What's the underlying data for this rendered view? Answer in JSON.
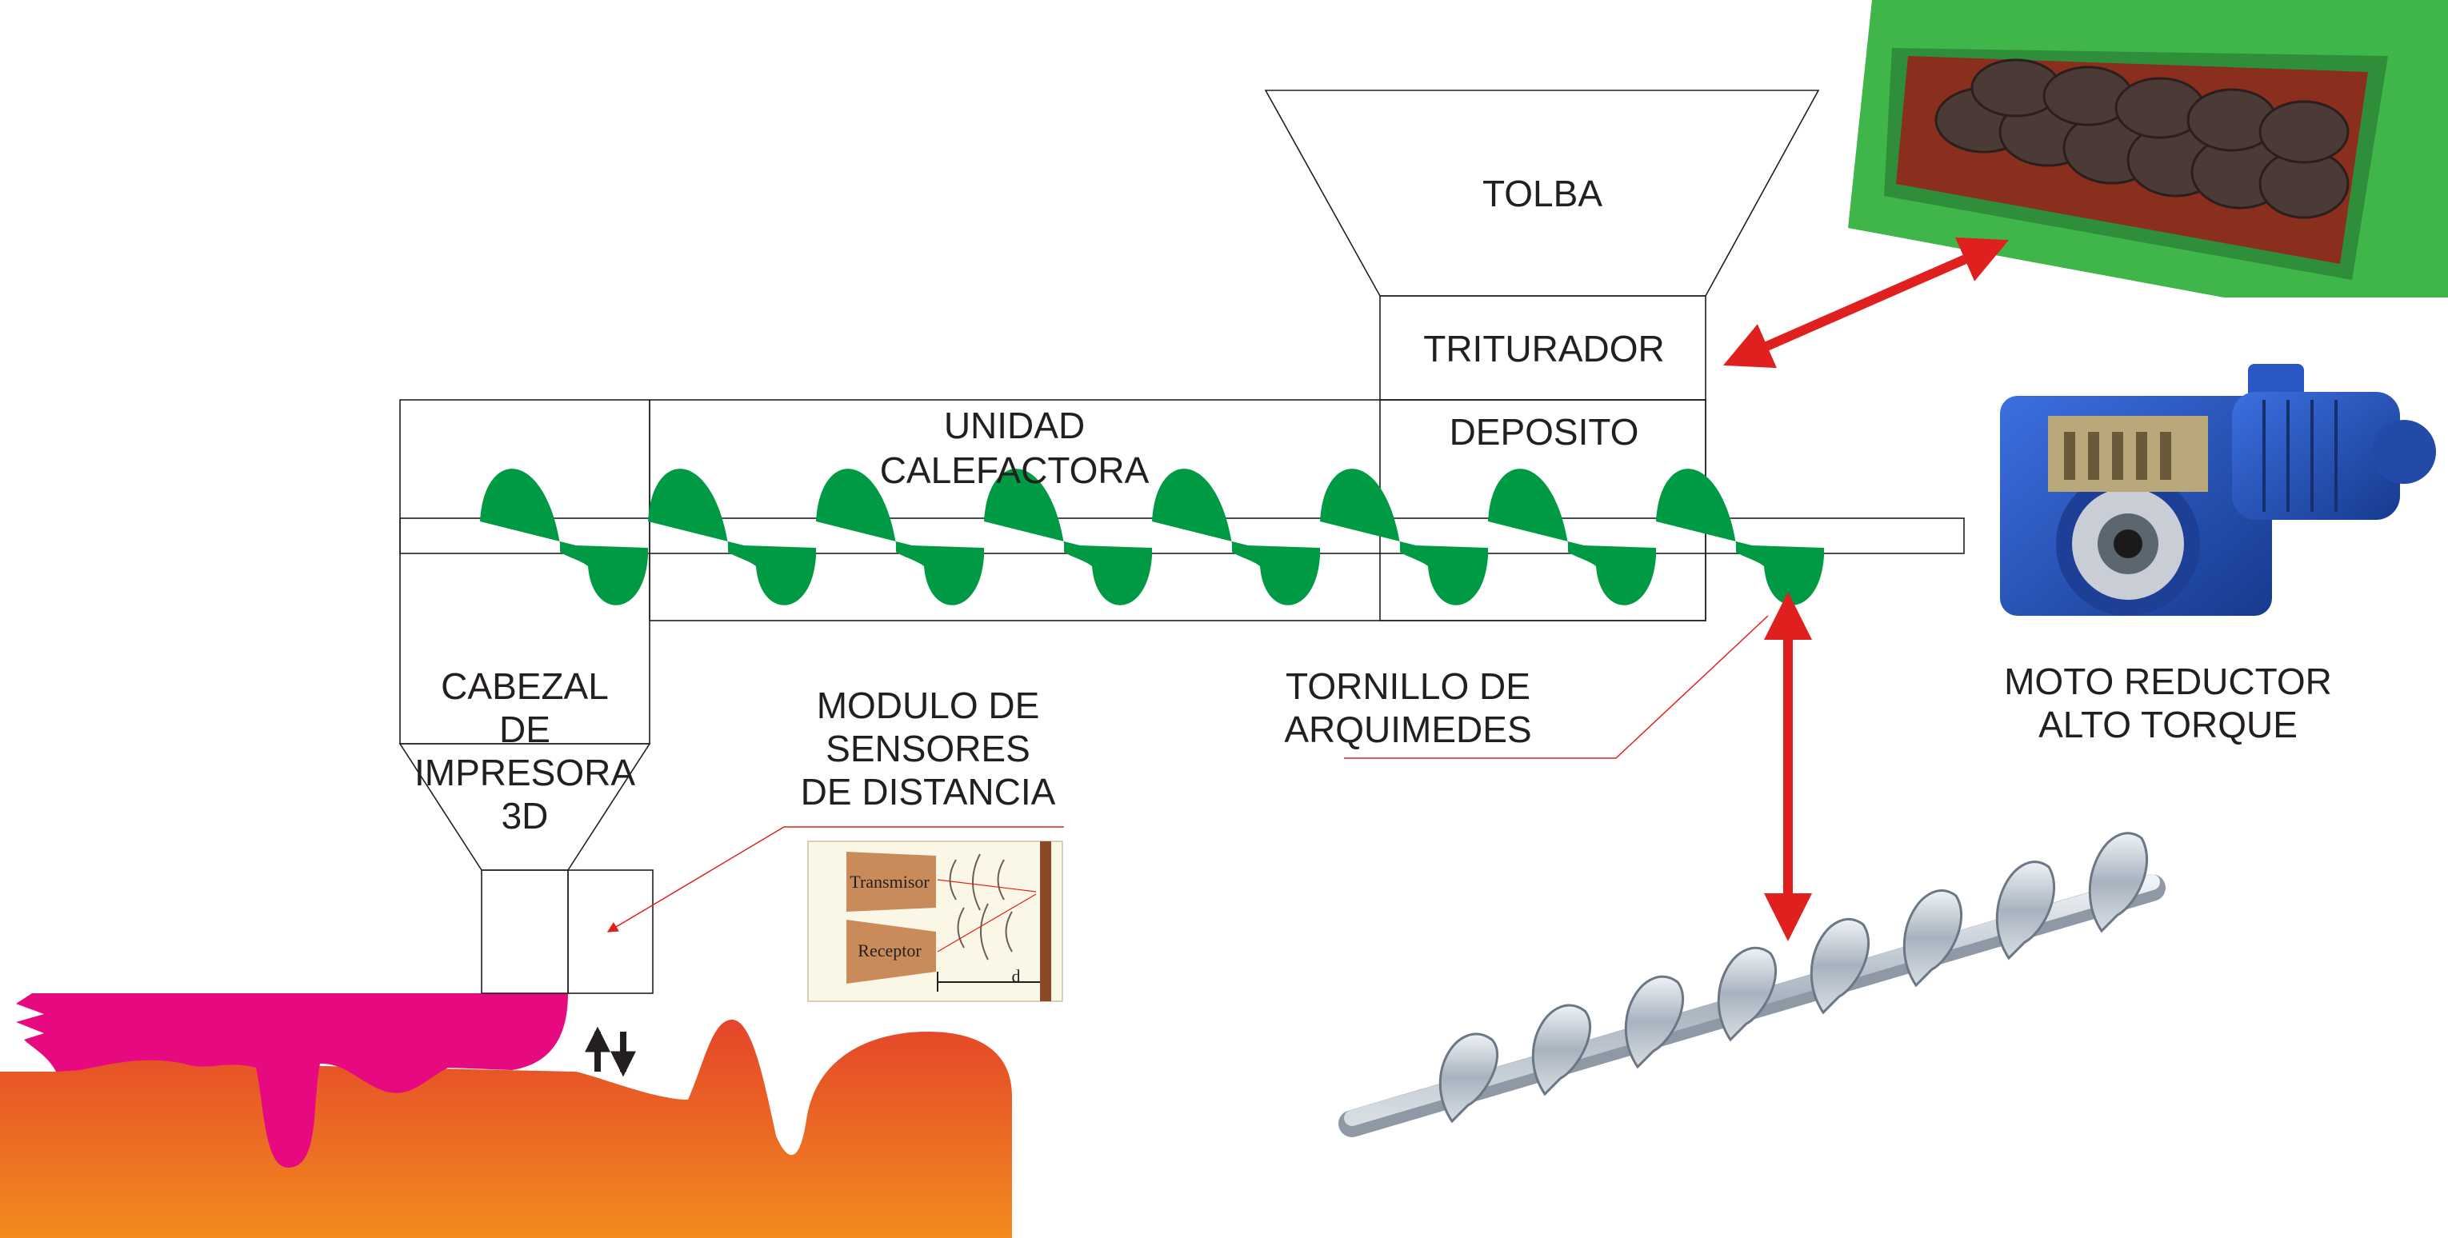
{
  "labels": {
    "tolba": "TOLBA",
    "triturador": "TRITURADOR",
    "deposito": "DEPOSITO",
    "unidad_l1": "UNIDAD",
    "unidad_l2": "CALEFACTORA",
    "cabezal_l1": "CABEZAL",
    "cabezal_l2": "DE",
    "cabezal_l3": "IMPRESORA",
    "cabezal_l4": "3D",
    "modulo_l1": "MODULO DE",
    "modulo_l2": "SENSORES",
    "modulo_l3": "DE DISTANCIA",
    "tornillo_l1": "TORNILLO DE",
    "tornillo_l2": "ARQUIMEDES",
    "moto_l1": "MOTO REDUCTOR",
    "moto_l2": "ALTO TORQUE"
  },
  "sensor": {
    "transmisor": "Transmisor",
    "receptor": "Receptor",
    "distance": "d"
  },
  "colors": {
    "screw": "#009a44",
    "arrow": "#e0201f",
    "magenta": "#e6097f",
    "orange": "#f07a1e",
    "orange_dark": "#e4452a",
    "green_machine": "#3fb54a",
    "motor_blue": "#2452b8",
    "sensor_tan": "#c98b5a"
  }
}
